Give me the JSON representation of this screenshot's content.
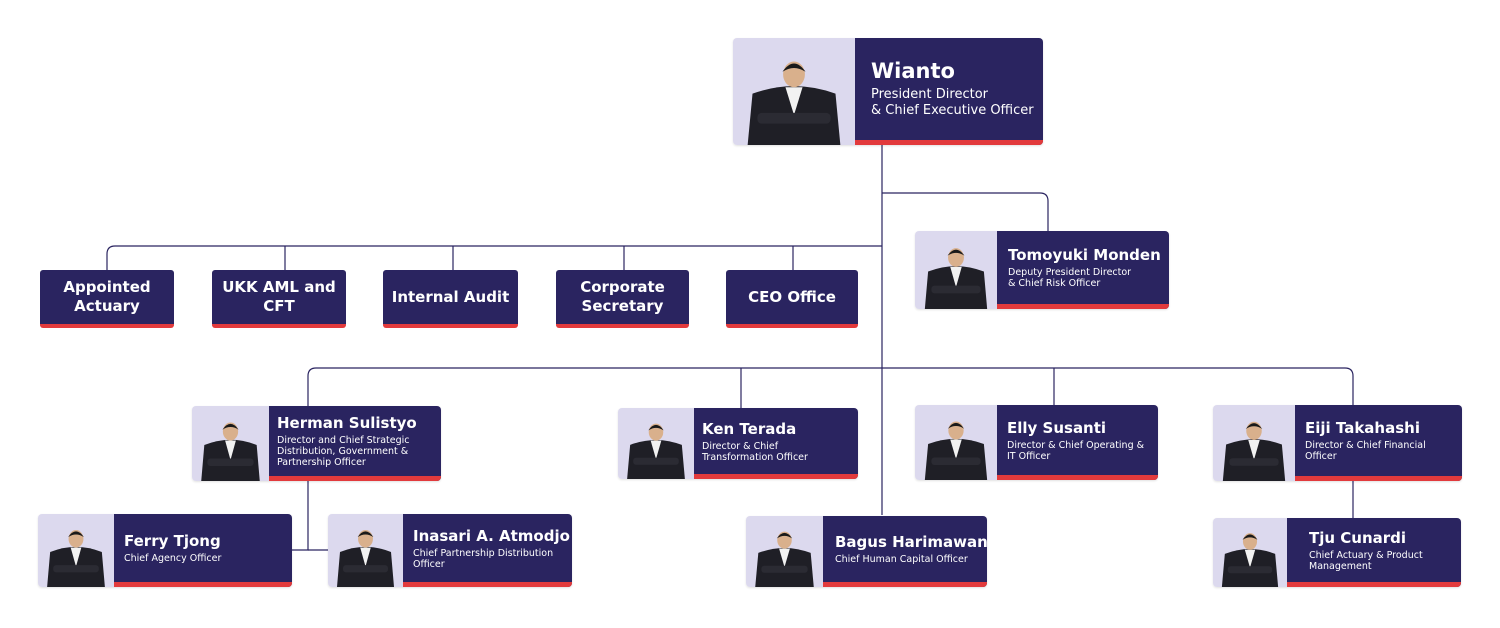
{
  "colors": {
    "navy": "#2a2460",
    "accent": "#e23a3c",
    "photo_bg": "#dcd9ee",
    "line": "#2a2460"
  },
  "ceo": {
    "name": "Wianto",
    "title_line1": "President Director",
    "title_line2": "& Chief Executive Officer"
  },
  "deputy": {
    "name": "Tomoyuki Monden",
    "title_line1": "Deputy President Director",
    "title_line2": "& Chief Risk Officer"
  },
  "units": [
    "Appointed Actuary",
    "UKK AML and CFT",
    "Internal Audit",
    "Corporate Secretary",
    "CEO Office"
  ],
  "directors": [
    {
      "name": "Herman Sulistyo",
      "title": "Director and Chief Strategic Distribution, Government & Partnership Officer"
    },
    {
      "name": "Ken Terada",
      "title": "Director & Chief Transformation Officer"
    },
    {
      "name": "Elly Susanti",
      "title": "Director & Chief Operating & IT Officer"
    },
    {
      "name": "Eiji Takahashi",
      "title": "Director & Chief Financial Officer"
    }
  ],
  "reports": [
    {
      "name": "Ferry Tjong",
      "title": "Chief Agency Officer"
    },
    {
      "name": "Inasari A. Atmodjo",
      "title": "Chief Partnership Distribution Officer"
    },
    {
      "name": "Bagus Harimawan",
      "title": "Chief Human Capital Officer"
    },
    {
      "name": "Tju Cunardi",
      "title": "Chief Actuary & Product Management"
    }
  ]
}
